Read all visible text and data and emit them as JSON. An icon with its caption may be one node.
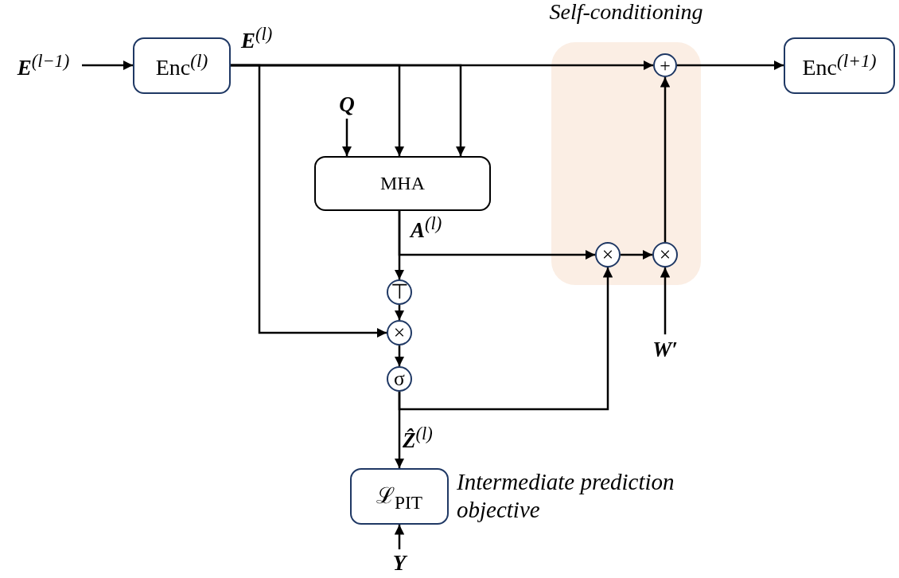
{
  "diagram": {
    "nodes": [
      {
        "text": [
          "**E**$^{(l−1)}$"
        ]
      },
      {
        "text": [
          "Enc$^{(l)}$"
        ]
      },
      {
        "text": [
          "Self-conditioning"
        ]
      },
      {
        "text": [
          "Q"
        ]
      },
      {
        "text": [
          "MHA"
        ]
      },
      {
        "text": [
          "+"
        ],
        "in": 2
      },
      {
        "text": [
          "Enc$^{(l+1)}$"
        ]
      },
      {
        "text": [
          "×"
        ],
        "in": 2
      },
      {
        "text": [
          "×"
        ],
        "in": 2
      },
      {
        "text": [
          "W′"
        ]
      },
      {
        "text": [
          "⊤"
        ]
      },
      {
        "text": [
          "×"
        ]
      },
      {
        "text": [
          "σ"
        ]
      },
      {
        "text": [
          "ℒ$_{PIT}$"
        ],
        "beside": [
          "Intermediate prediction objective"
        ]
      },
      {
        "text": [
          "Y"
        ]
      }
    ],
    "edges": [
      {
        "from": 0,
        "to": 1,
        "arrow": "to"
      },
      {
        "from": 1,
        "to": 5,
        "arrow": "to"
      },
      {
        "from": 1,
        "to": 4,
        "arrow": "to"
      },
      {
        "from": 1,
        "to": 4,
        "arrow": "to"
      },
      {
        "from": 1,
        "to": 11,
        "arrow": "to"
      },
      {
        "from": 3,
        "to": 4,
        "arrow": "to"
      },
      {
        "from": 5,
        "to": 6,
        "arrow": "to"
      },
      {
        "from": 4,
        "to": 10,
        "arrow": "to"
      },
      {
        "from": 4,
        "to": 7,
        "arrow": "to"
      },
      {
        "from": 10,
        "to": 11,
        "arrow": "to"
      },
      {
        "from": 11,
        "to": 12,
        "arrow": "to"
      },
      {
        "from": 12,
        "to": 7,
        "arrow": "to"
      },
      {
        "from": 12,
        "to": 13,
        "arrow": "to"
      },
      {
        "from": 7,
        "to": 8,
        "arrow": "to"
      },
      {
        "from": 8,
        "to": 5,
        "arrow": "to"
      },
      {
        "from": 9,
        "to": 8,
        "arrow": "to"
      },
      {
        "from": 14,
        "to": 13,
        "arrow": "to"
      }
    ],
    "labels": [
      "**E**$^{(l)}$",
      "**A**$^{(l)}$",
      "**Ẑ**$^{(l)}$"
    ]
  }
}
